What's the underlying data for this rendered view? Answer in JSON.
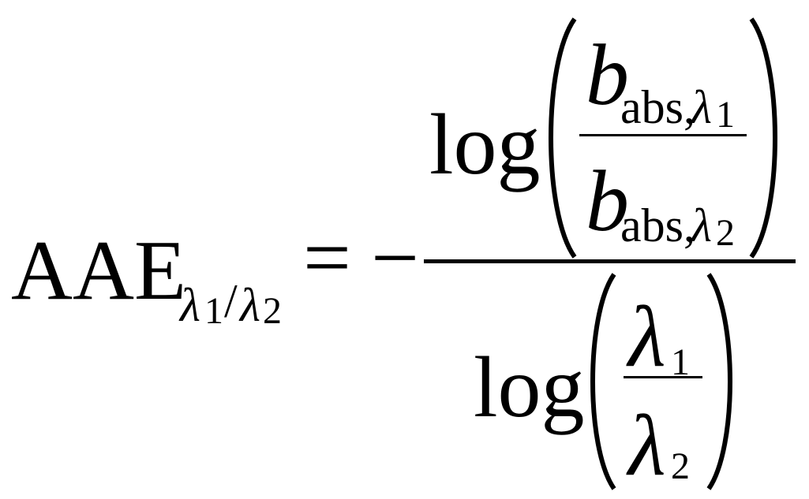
{
  "equation": {
    "lhs": {
      "symbol": "AAE",
      "subscript_var1": "λ",
      "subscript_idx1": "1",
      "subscript_sep": "/",
      "subscript_var2": "λ",
      "subscript_idx2": "2"
    },
    "equals": "=",
    "minus": "−",
    "numerator": {
      "func": "log",
      "top": {
        "var": "b",
        "sub_text": "abs,",
        "sub_var": "λ",
        "sub_idx": "1"
      },
      "bottom": {
        "var": "b",
        "sub_text": "abs,",
        "sub_var": "λ",
        "sub_idx": "2"
      }
    },
    "denominator": {
      "func": "log",
      "top": {
        "var": "λ",
        "idx": "1"
      },
      "bottom": {
        "var": "λ",
        "idx": "2"
      }
    }
  }
}
